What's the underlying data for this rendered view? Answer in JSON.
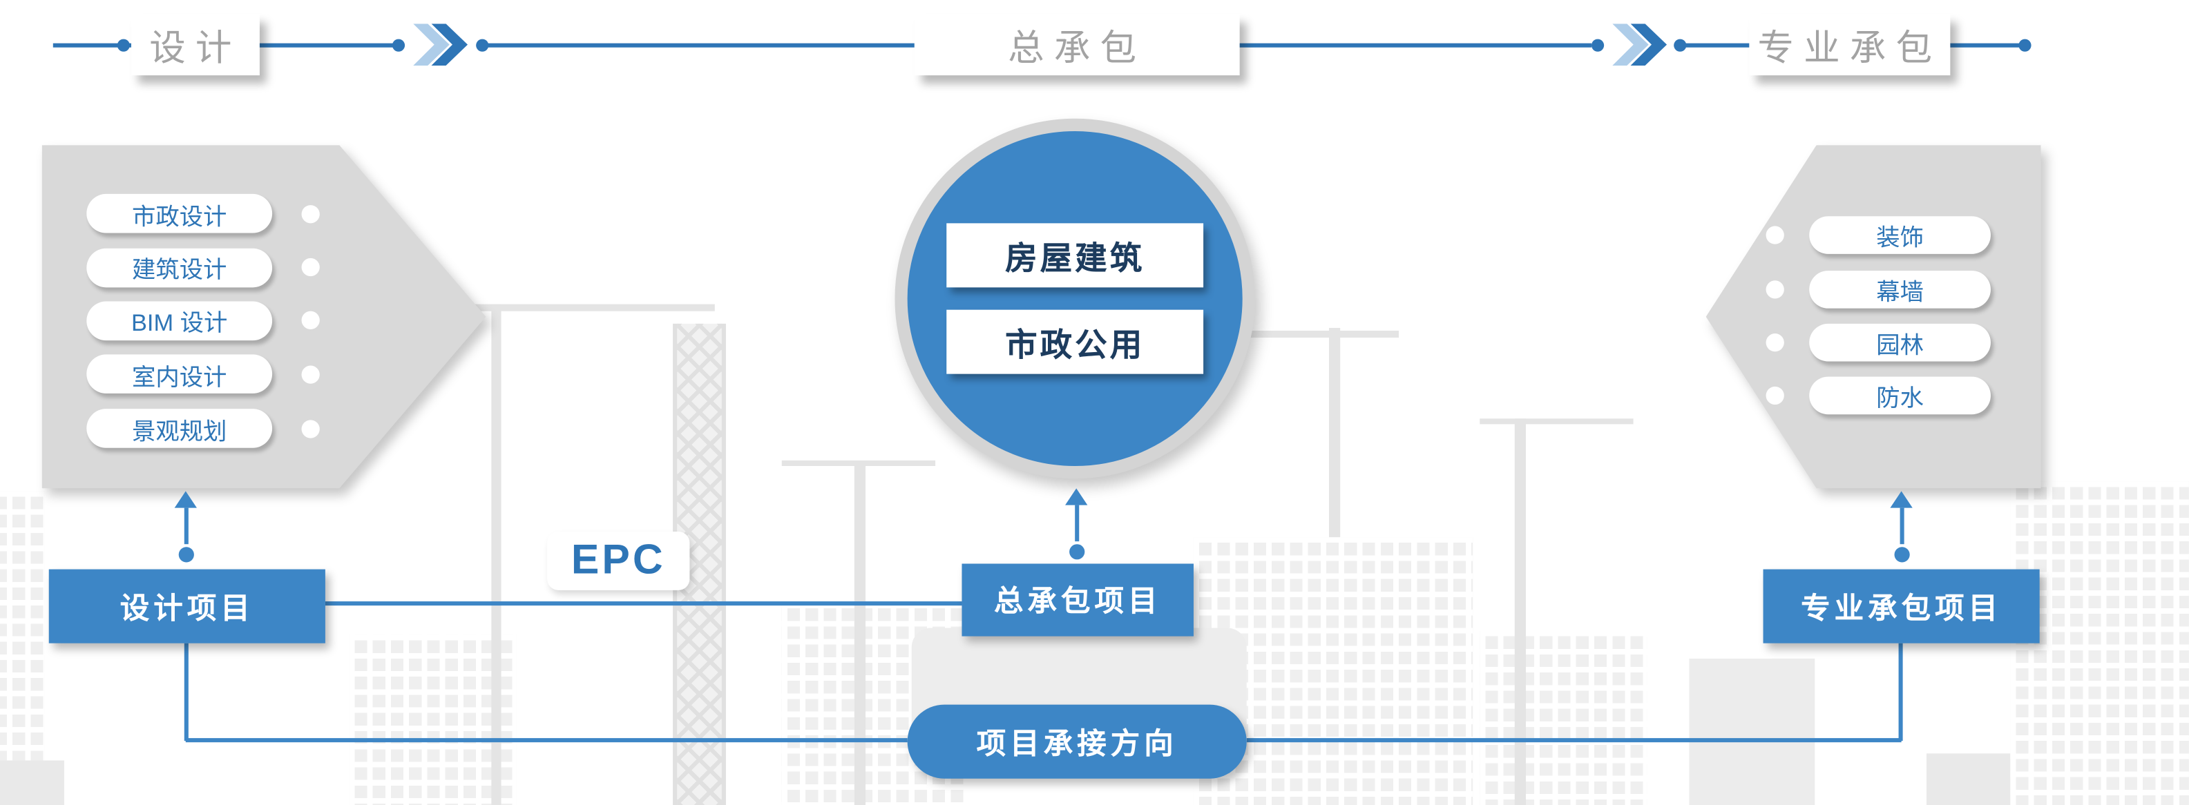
{
  "stages": {
    "design": "设计",
    "general": "总承包",
    "professional": "专业承包"
  },
  "design_services": [
    "市政设计",
    "建筑设计",
    "BIM 设计",
    "室内设计",
    "景观规划"
  ],
  "general_scopes": [
    "房屋建筑",
    "市政公用"
  ],
  "professional_services": [
    "装饰",
    "幕墙",
    "园林",
    "防水"
  ],
  "projects": {
    "design": "设计项目",
    "general": "总承包项目",
    "professional": "专业承包项目"
  },
  "flow": {
    "epc": "EPC",
    "direction": "项目承接方向"
  },
  "colors": {
    "accent_blue": "#3d86c6",
    "line_blue": "#2e75b6",
    "panel_gray": "#d9d9d9",
    "label_gray": "#a3a3a3",
    "dark_navy": "#1d3c5e"
  }
}
